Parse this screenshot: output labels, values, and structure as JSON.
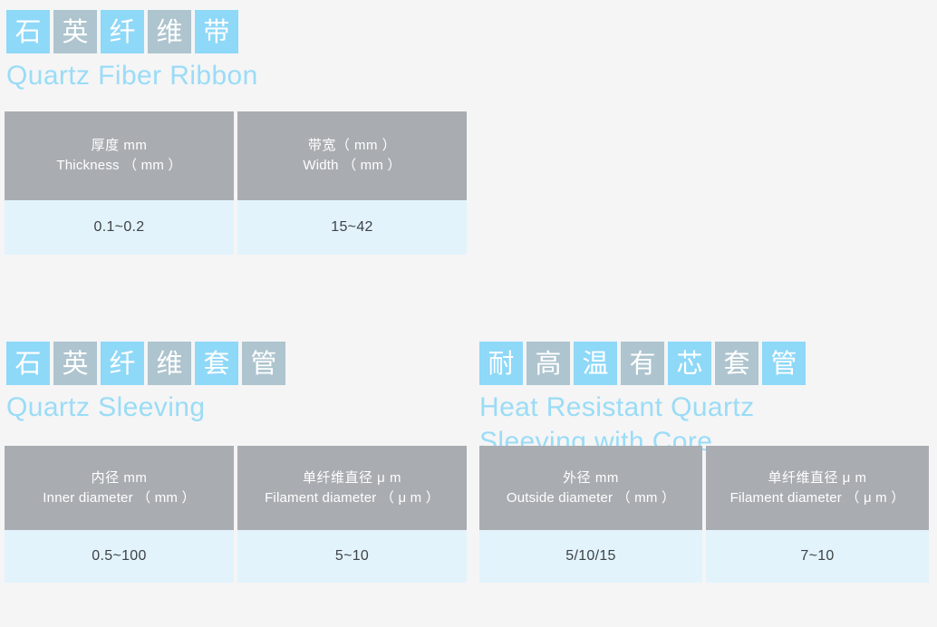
{
  "page": {
    "background_color": "#f5f5f6",
    "accent_blue": "#8ed8f8",
    "accent_gray": "#aec4ce",
    "table_header_color": "#a9adb1",
    "table_cell_color": "#e2f3fc",
    "title_text_color": "#9adcf6"
  },
  "sections": [
    {
      "id": "ribbon",
      "badges": [
        {
          "char": "石",
          "color": "blue"
        },
        {
          "char": "英",
          "color": "gray"
        },
        {
          "char": "纤",
          "color": "blue"
        },
        {
          "char": "维",
          "color": "gray"
        },
        {
          "char": "带",
          "color": "blue"
        }
      ],
      "english_title": "Quartz  Fiber  Ribbon",
      "table": {
        "columns": [
          {
            "header_cn": "厚度 mm",
            "header_en": "Thickness （ mm ）",
            "value": "0.1~0.2"
          },
          {
            "header_cn": "带宽（ mm ）",
            "header_en": "Width （ mm ）",
            "value": "15~42"
          }
        ]
      }
    },
    {
      "id": "sleeving",
      "badges": [
        {
          "char": "石",
          "color": "blue"
        },
        {
          "char": "英",
          "color": "gray"
        },
        {
          "char": "纤",
          "color": "blue"
        },
        {
          "char": "维",
          "color": "gray"
        },
        {
          "char": "套",
          "color": "blue"
        },
        {
          "char": "管",
          "color": "gray"
        }
      ],
      "english_title": "Quartz  Sleeving",
      "table": {
        "columns": [
          {
            "header_cn": "内径 mm",
            "header_en": "Inner diameter （ mm ）",
            "value": "0.5~100"
          },
          {
            "header_cn": "单纤维直径 μ m",
            "header_en": "Filament diameter （ μ m ）",
            "value": "5~10"
          }
        ]
      }
    },
    {
      "id": "core",
      "badges": [
        {
          "char": "耐",
          "color": "blue"
        },
        {
          "char": "高",
          "color": "gray"
        },
        {
          "char": "温",
          "color": "blue"
        },
        {
          "char": "有",
          "color": "gray"
        },
        {
          "char": "芯",
          "color": "blue"
        },
        {
          "char": "套",
          "color": "gray"
        },
        {
          "char": "管",
          "color": "blue"
        }
      ],
      "english_title": "Heat  Resistant  Quartz\nSleeving  with  Core",
      "table": {
        "columns": [
          {
            "header_cn": "外径 mm",
            "header_en": "Outside diameter （ mm ）",
            "value": "5/10/15"
          },
          {
            "header_cn": "单纤维直径 μ m",
            "header_en": "Filament diameter （ μ m ）",
            "value": "7~10"
          }
        ]
      }
    }
  ]
}
